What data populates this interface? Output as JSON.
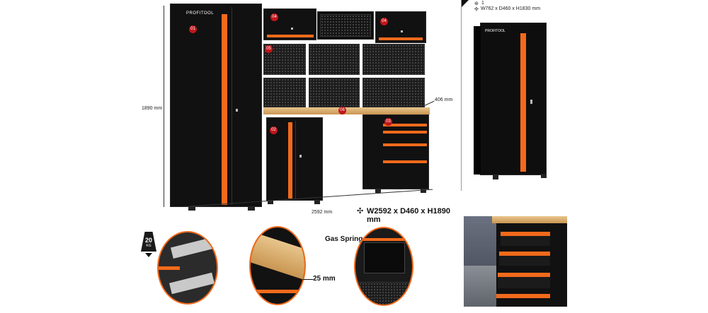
{
  "main_set": {
    "height_label": "1890 mm",
    "width_label": "2592 mm",
    "depth_label": "406 mm",
    "dimensions_text": "W2592 x D460 x H1890 mm",
    "brand": "PROFITOOL",
    "badges": [
      "01",
      "02",
      "03",
      "04",
      "04",
      "05",
      "06"
    ]
  },
  "single_cabinet": {
    "quantity": "1",
    "dimensions_text": "W762 x D460 x H1830 mm",
    "brand": "PROFITOOL"
  },
  "details": {
    "load_value": "20",
    "load_unit": "KG",
    "gas_spring_label": "Gas Spring",
    "worktop_thickness": "25 mm"
  },
  "colors": {
    "accent": "#f26a1b",
    "cabinet": "#111111",
    "badge": "#c0161b",
    "wood": "#d6a866"
  }
}
